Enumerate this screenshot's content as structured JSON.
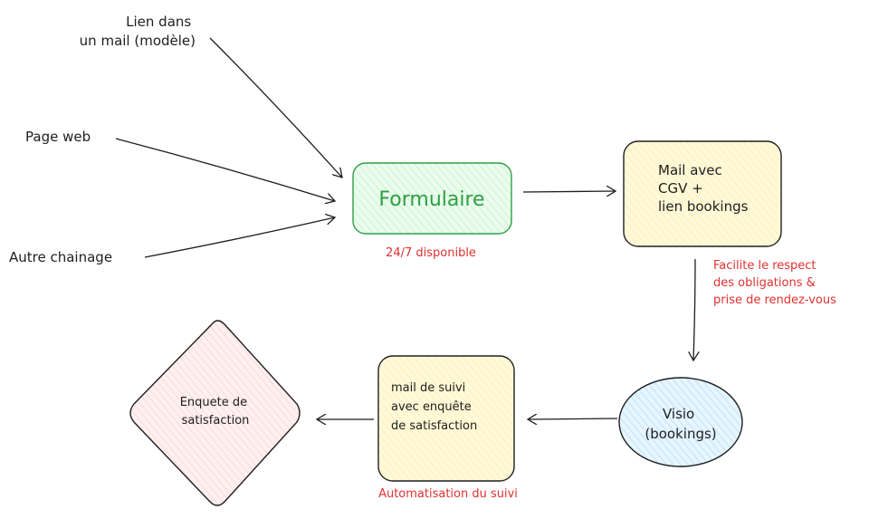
{
  "colors": {
    "stroke": "#1e1e1e",
    "form_stroke": "#2f9e44",
    "form_fill": "#ebfbee",
    "yellow_fill": "#fff9db",
    "blue_fill": "#e7f5ff",
    "pink_fill": "#fff0f0",
    "note_red": "#e03131"
  },
  "sources": {
    "mail_link": [
      "Lien dans",
      "un mail (modèle)"
    ],
    "web_page": "Page web",
    "other_chain": "Autre chainage"
  },
  "nodes": {
    "formulaire": "Formulaire",
    "mail_cgv": [
      "Mail avec",
      "CGV +",
      "lien bookings"
    ],
    "visio": [
      "Visio",
      "(bookings)"
    ],
    "mail_suivi": [
      "mail de suivi",
      "avec enquête",
      "de satisfaction"
    ],
    "enquete": [
      "Enquete de",
      "satisfaction"
    ]
  },
  "notes": {
    "availability": "24/7 disponible",
    "facilite": [
      "Facilite le respect",
      "des obligations &",
      "prise de rendez-vous"
    ],
    "automatisation": "Automatisation du suivi"
  }
}
